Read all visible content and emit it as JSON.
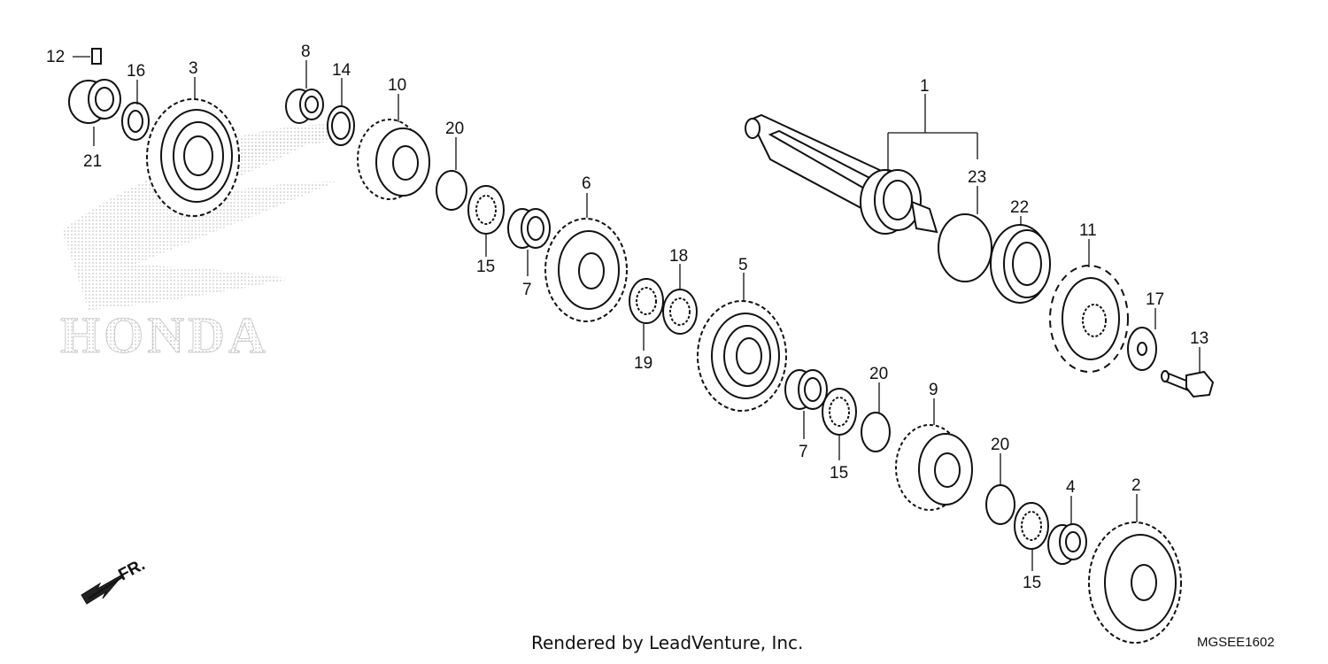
{
  "watermark": {
    "text": "HONDA"
  },
  "footer": {
    "credit": "Rendered by LeadVenture, Inc.",
    "code": "MGSEE1602"
  },
  "direction": {
    "label": "FR."
  },
  "callouts": {
    "c12": "12",
    "c16": "16",
    "c3": "3",
    "c21": "21",
    "c8": "8",
    "c14": "14",
    "c10": "10",
    "c20a": "20",
    "c15a": "15",
    "c7a": "7",
    "c6": "6",
    "c18": "18",
    "c19": "19",
    "c5": "5",
    "c1": "1",
    "c23": "23",
    "c22": "22",
    "c11": "11",
    "c17": "17",
    "c13": "13",
    "c20b": "20",
    "c7b": "7",
    "c15b": "15",
    "c9": "9",
    "c20c": "20",
    "c4": "4",
    "c15c": "15",
    "c2": "2"
  }
}
